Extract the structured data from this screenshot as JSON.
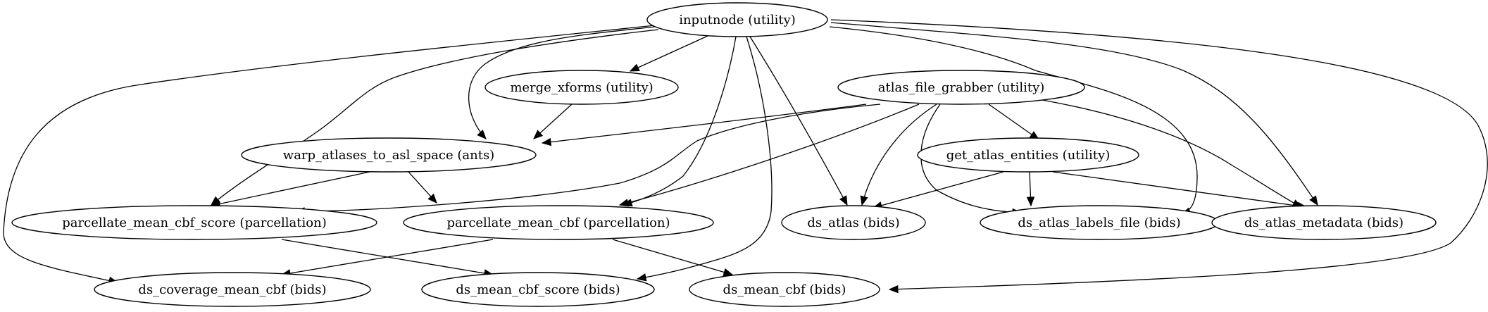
{
  "graph": {
    "nodes": [
      {
        "id": "inputnode",
        "label": "inputnode (utility)"
      },
      {
        "id": "merge_xforms",
        "label": "merge_xforms (utility)"
      },
      {
        "id": "atlas_file_grabber",
        "label": "atlas_file_grabber (utility)"
      },
      {
        "id": "warp_atlases",
        "label": "warp_atlases_to_asl_space (ants)"
      },
      {
        "id": "get_atlas_entities",
        "label": "get_atlas_entities (utility)"
      },
      {
        "id": "parcellate_score",
        "label": "parcellate_mean_cbf_score (parcellation)"
      },
      {
        "id": "parcellate_cbf",
        "label": "parcellate_mean_cbf (parcellation)"
      },
      {
        "id": "ds_atlas",
        "label": "ds_atlas (bids)"
      },
      {
        "id": "ds_atlas_labels",
        "label": "ds_atlas_labels_file (bids)"
      },
      {
        "id": "ds_atlas_metadata",
        "label": "ds_atlas_metadata (bids)"
      },
      {
        "id": "ds_coverage",
        "label": "ds_coverage_mean_cbf (bids)"
      },
      {
        "id": "ds_mean_cbf_score",
        "label": "ds_mean_cbf_score (bids)"
      },
      {
        "id": "ds_mean_cbf",
        "label": "ds_mean_cbf (bids)"
      }
    ],
    "edges": [
      {
        "from": "inputnode",
        "to": "merge_xforms"
      },
      {
        "from": "inputnode",
        "to": "warp_atlases"
      },
      {
        "from": "inputnode",
        "to": "parcellate_score"
      },
      {
        "from": "inputnode",
        "to": "parcellate_cbf"
      },
      {
        "from": "inputnode",
        "to": "ds_atlas"
      },
      {
        "from": "inputnode",
        "to": "ds_atlas_labels"
      },
      {
        "from": "inputnode",
        "to": "ds_atlas_metadata"
      },
      {
        "from": "inputnode",
        "to": "ds_coverage"
      },
      {
        "from": "inputnode",
        "to": "ds_mean_cbf_score"
      },
      {
        "from": "inputnode",
        "to": "ds_mean_cbf"
      },
      {
        "from": "merge_xforms",
        "to": "warp_atlases"
      },
      {
        "from": "atlas_file_grabber",
        "to": "warp_atlases"
      },
      {
        "from": "atlas_file_grabber",
        "to": "get_atlas_entities"
      },
      {
        "from": "atlas_file_grabber",
        "to": "parcellate_score"
      },
      {
        "from": "atlas_file_grabber",
        "to": "parcellate_cbf"
      },
      {
        "from": "atlas_file_grabber",
        "to": "ds_atlas"
      },
      {
        "from": "atlas_file_grabber",
        "to": "ds_atlas_labels"
      },
      {
        "from": "atlas_file_grabber",
        "to": "ds_atlas_metadata"
      },
      {
        "from": "warp_atlases",
        "to": "parcellate_score"
      },
      {
        "from": "warp_atlases",
        "to": "parcellate_cbf"
      },
      {
        "from": "get_atlas_entities",
        "to": "ds_atlas"
      },
      {
        "from": "get_atlas_entities",
        "to": "ds_atlas_labels"
      },
      {
        "from": "get_atlas_entities",
        "to": "ds_atlas_metadata"
      },
      {
        "from": "parcellate_score",
        "to": "ds_mean_cbf_score"
      },
      {
        "from": "parcellate_cbf",
        "to": "ds_coverage"
      },
      {
        "from": "parcellate_cbf",
        "to": "ds_mean_cbf"
      }
    ]
  }
}
